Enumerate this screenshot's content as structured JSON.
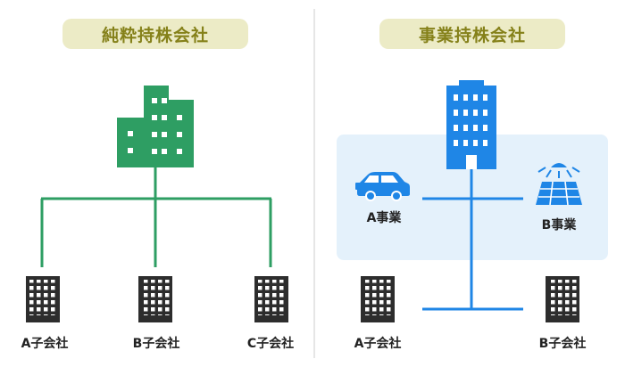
{
  "left_panel": {
    "title": "純粋持株会社",
    "subsidiaries": [
      "A子会社",
      "B子会社",
      "C子会社"
    ]
  },
  "right_panel": {
    "title": "事業持株会社",
    "businesses": [
      "A事業",
      "B事業"
    ],
    "subsidiaries": [
      "A子会社",
      "B子会社"
    ]
  },
  "colors": {
    "pill_bg": "#ecebc6",
    "pill_text": "#85811a",
    "pure_holding": "#2e9e63",
    "operating_holding": "#1f86e6",
    "operating_area": "#e4f1fb",
    "subsidiary": "#2d2d2d"
  },
  "icons": {
    "pure_holding_building": "green-building-icon",
    "operating_holding_building": "blue-building-icon",
    "business_a": "car-icon",
    "business_b": "solar-panel-icon",
    "subsidiary": "building-icon"
  }
}
